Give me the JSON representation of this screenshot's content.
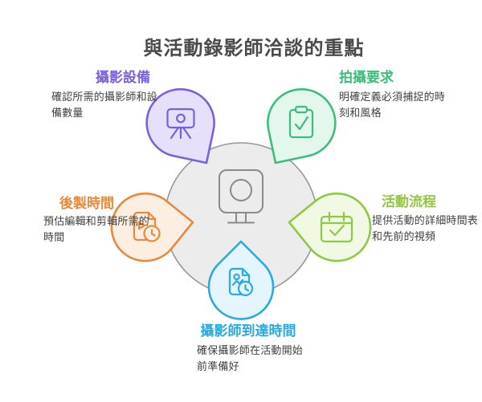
{
  "title": "與活動錄影師洽談的重點",
  "theme": {
    "background": "#FFFFFF",
    "title_color": "#4A4A4A",
    "text_color": "#404040",
    "center_circle_fill": "#ECECEC",
    "center_circle_stroke": "#979797",
    "center_icon": "camera-display-icon",
    "center_icon_color": "#8A8A8A"
  },
  "nodes": [
    {
      "id": "photography-equipment",
      "title": "攝影設備",
      "description": "確認所需的攝影師和設備數量",
      "color": "#7B5FE0",
      "fill": "#E6E0FA",
      "icon": "camera-tripod-icon"
    },
    {
      "id": "shooting-requirements",
      "title": "拍攝要求",
      "description": "明確定義必須捕捉的時刻和風格",
      "color": "#3CBE7B",
      "fill": "#E4F7ED",
      "icon": "clipboard-check-icon"
    },
    {
      "id": "post-production-time",
      "title": "後製時間",
      "description": "預估編輯和剪輯所需的時間",
      "color": "#E8893B",
      "fill": "#FCEFE2",
      "icon": "video-file-clock-icon"
    },
    {
      "id": "event-flow",
      "title": "活動流程",
      "description": "提供活動的詳細時間表和先前的視頻",
      "color": "#8FC841",
      "fill": "#F1F8E3",
      "icon": "calendar-check-icon"
    },
    {
      "id": "videographer-arrival-time",
      "title": "攝影師到達時間",
      "description": "確保攝影師在活動開始前準備好",
      "color": "#29ABE2",
      "fill": "#E4F5FD",
      "icon": "image-file-clock-icon"
    }
  ]
}
